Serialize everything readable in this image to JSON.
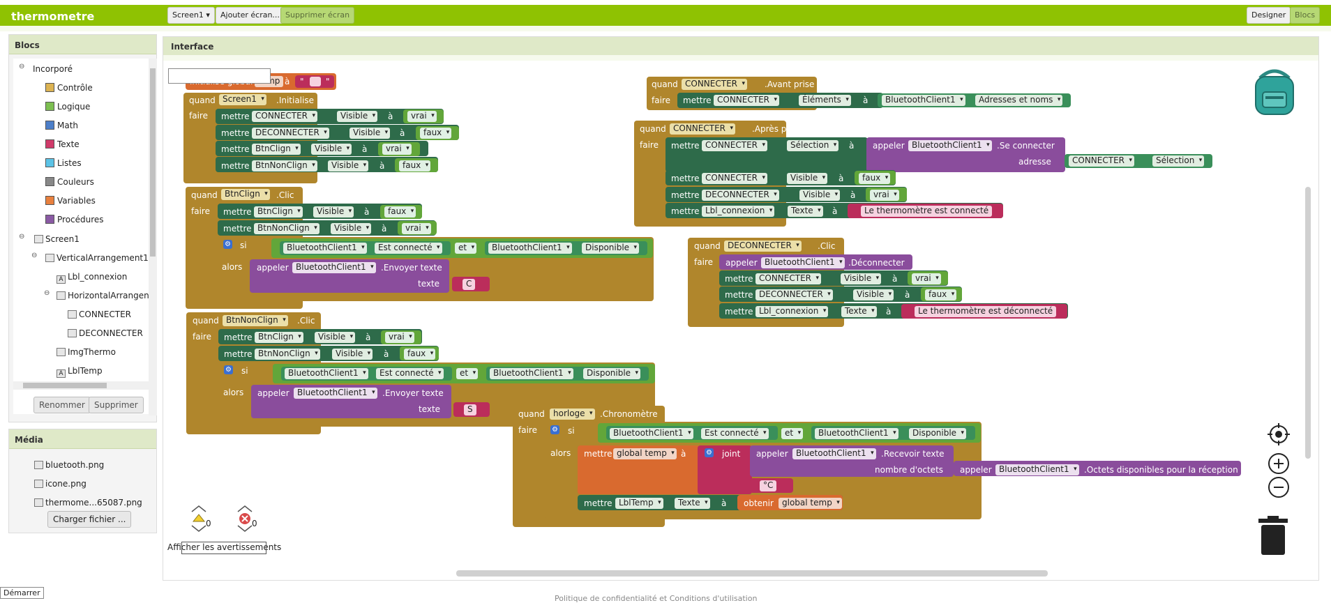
{
  "topbar": {
    "title": "thermometre",
    "screen_select": "Screen1",
    "add_screen": "Ajouter écran...",
    "remove_screen": "Supprimer écran",
    "designer": "Designer",
    "blocks": "Blocs"
  },
  "blocs_panel": {
    "title": "Blocs",
    "builtin": {
      "label": "Incorporé",
      "items": [
        {
          "label": "Contrôle",
          "color": "#c69d2b"
        },
        {
          "label": "Logique",
          "color": "#62a63a"
        },
        {
          "label": "Math",
          "color": "#3b74c4"
        },
        {
          "label": "Texte",
          "color": "#c4295b"
        },
        {
          "label": "Listes",
          "color": "#4bb7e0"
        },
        {
          "label": "Couleurs",
          "color": "#777777"
        },
        {
          "label": "Variables",
          "color": "#e06f27"
        },
        {
          "label": "Procédures",
          "color": "#7b4a96"
        }
      ]
    },
    "components": {
      "screen": "Screen1",
      "vertical": "VerticalArrangement1",
      "lbl_connexion": "Lbl_connexion",
      "horizontal": "HorizontalArrangen",
      "connecter": "CONNECTER",
      "deconnecter": "DECONNECTER",
      "imgthermo": "ImgThermo",
      "lbltemp": "LblTemp"
    },
    "rename": "Renommer",
    "delete": "Supprimer"
  },
  "media_panel": {
    "title": "Média",
    "files": [
      "bluetooth.png",
      "icone.png",
      "thermome...65087.png"
    ],
    "upload": "Charger fichier ..."
  },
  "workspace": {
    "title": "Interface",
    "warnings_count": "0",
    "errors_count": "0",
    "show_warnings": "Afficher les avertissements"
  },
  "blocks": {
    "kw_quand": "quand",
    "kw_faire": "faire",
    "kw_mettre": "mettre",
    "kw_appeler": "appeler",
    "kw_si": "si",
    "kw_alors": "alors",
    "kw_a": "à",
    "kw_et": "et",
    "kw_joint": "joint",
    "kw_obtenir": "obtenir",
    "kw_texte": "texte",
    "kw_adresse": "adresse",
    "kw_nb_octets": "nombre d'octets",
    "dot": ".",
    "quote": "\"",
    "init_var": "initialise global",
    "init_var_name": "temp",
    "screen1": "Screen1",
    "initialize": ".Initialise",
    "connecter": "CONNECTER",
    "deconnecter": "DECONNECTER",
    "btnclign": "BtnClign",
    "btnnonclign": "BtnNonClign",
    "bt": "BluetoothClient1",
    "lbl_connexion": "Lbl_connexion",
    "lbltemp": "LblTemp",
    "horloge": "horloge",
    "visible": "Visible",
    "vrai": "vrai",
    "faux": "faux",
    "texte_prop": "Texte",
    "elements": "Éléments",
    "selection": "Sélection",
    "avant_prise": ".Avant prise",
    "apres_prise": ".Après prise",
    "clic": ".Clic",
    "chronometre": ".Chronomètre",
    "adresses": "Adresses et noms",
    "se_connecter": ".Se connecter",
    "deconnecter_m": ".Déconnecter",
    "envoyer": ".Envoyer texte",
    "recevoir": ".Recevoir texte",
    "octets_dispo": ".Octets disponibles pour la réception",
    "est_connecte": "Est connecté",
    "disponible": "Disponible",
    "msg_connecte": "Le thermomètre est connecté",
    "msg_deconnecte": "Le thermomètre est déconnecté",
    "txt_C": "C",
    "txt_S": "S",
    "txt_degC": "°C",
    "global_temp": "global temp"
  },
  "footer": {
    "start": "Démarrer",
    "policy": "Politique de confidentialité et Conditions d'utilisation"
  },
  "colors": {
    "green_bar": "#8fc202",
    "control": "#b0862c",
    "setter": "#2e6b4a",
    "getter": "#3a8f5a",
    "procedure": "#8a4d9c",
    "logic": "#62a63a",
    "text": "#bb2d5b",
    "variable": "#d96a2f"
  }
}
